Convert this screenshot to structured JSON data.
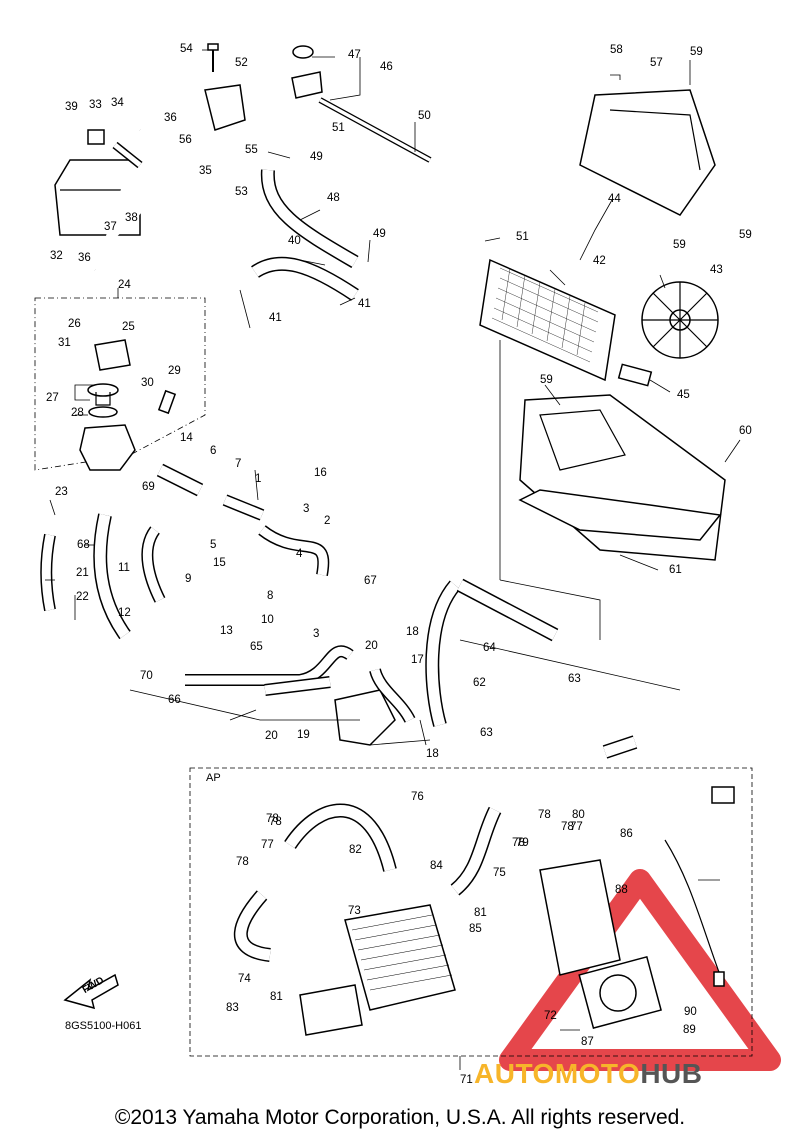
{
  "diagram": {
    "code": "8GS5100-H061",
    "direction_label": "FWD",
    "section_label": "AP",
    "copyright": "©2013 Yamaha Motor Corporation, U.S.A. All rights reserved.",
    "watermark": {
      "part1": "AUTOMOTO",
      "part2": "HUB",
      "color1": "#f7b52a",
      "color2": "#555555",
      "triangle_color": "#e0262b"
    },
    "callouts": [
      "1",
      "2",
      "3",
      "3",
      "4",
      "5",
      "6",
      "7",
      "8",
      "9",
      "10",
      "11",
      "12",
      "13",
      "14",
      "15",
      "16",
      "17",
      "18",
      "18",
      "19",
      "20",
      "20",
      "21",
      "22",
      "23",
      "24",
      "25",
      "26",
      "27",
      "28",
      "29",
      "30",
      "31",
      "32",
      "33",
      "34",
      "35",
      "36",
      "36",
      "37",
      "38",
      "39",
      "40",
      "41",
      "41",
      "42",
      "43",
      "44",
      "45",
      "46",
      "47",
      "48",
      "49",
      "49",
      "50",
      "51",
      "51",
      "52",
      "53",
      "54",
      "55",
      "56",
      "57",
      "58",
      "59",
      "59",
      "59",
      "59",
      "60",
      "61",
      "62",
      "63",
      "63",
      "64",
      "65",
      "66",
      "67",
      "68",
      "69",
      "70",
      "71",
      "72",
      "73",
      "74",
      "75",
      "76",
      "77",
      "77",
      "78",
      "78",
      "78",
      "78",
      "78",
      "78",
      "79",
      "80",
      "81",
      "81",
      "82",
      "83",
      "84",
      "85",
      "86",
      "87",
      "88",
      "89",
      "90"
    ]
  }
}
